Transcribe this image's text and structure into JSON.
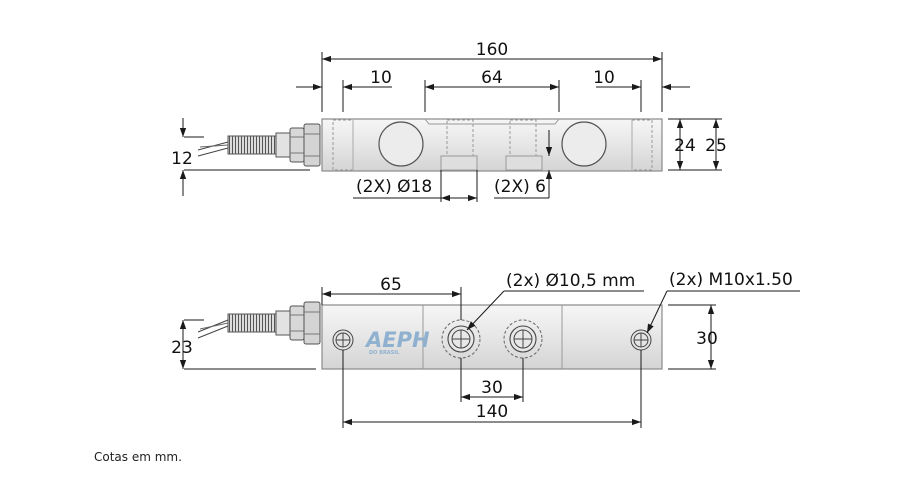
{
  "top_view": {
    "dims": {
      "overall_length": "160",
      "left_offset": "10",
      "center_span": "64",
      "right_offset": "10",
      "cable_height": "12",
      "height_inner": "24",
      "height_outer": "25",
      "hole_callout": "(2X) Ø18",
      "slot_callout": "(2X) 6"
    }
  },
  "bottom_view": {
    "dims": {
      "left_to_holes": "65",
      "through_hole_callout": "(2x) Ø10,5 mm",
      "thread_callout": "(2x) M10x1.50",
      "cable_height": "23",
      "width": "30",
      "hole_spacing": "30",
      "mount_spacing": "140"
    },
    "logo": {
      "text": "AEPH",
      "subtext": "DO BRASIL"
    }
  },
  "note": "Cotas em mm.",
  "colors": {
    "line": "#1a1a1a",
    "body_fill": "#ececec",
    "body_stroke": "#8a8a8a",
    "logo": "#8fb1cf"
  }
}
